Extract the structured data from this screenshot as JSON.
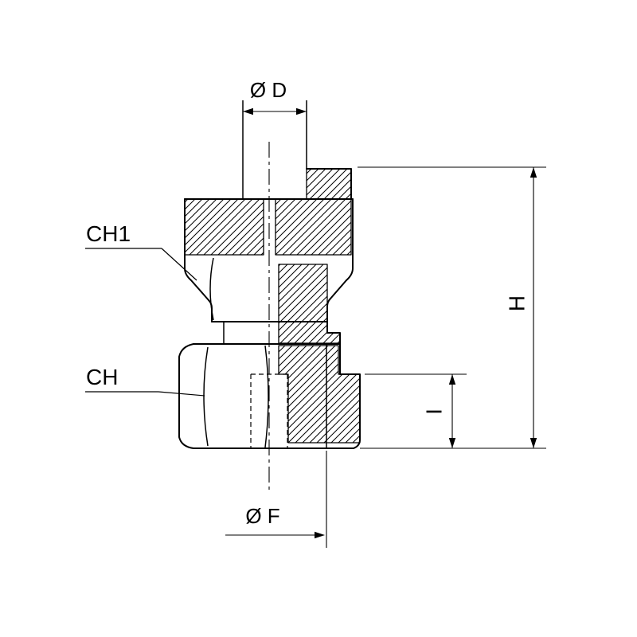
{
  "page": {
    "background": "#ffffff"
  },
  "drawing": {
    "line_color": "#000000",
    "labels": {
      "d": "Ø D",
      "ch1": "CH1",
      "ch": "CH",
      "h": "H",
      "i": "I",
      "f": "Ø F"
    }
  }
}
